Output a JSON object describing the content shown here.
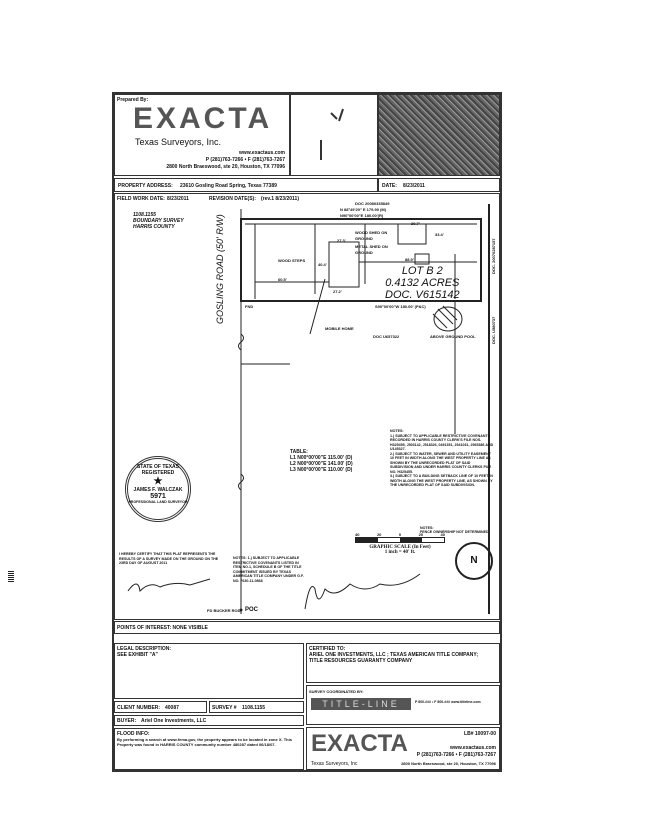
{
  "header": {
    "prepared_by": "Prepared By:",
    "company_logo": "EXACTA",
    "company_name": "Texas Surveyors, Inc.",
    "website": "www.exactaus.com",
    "phone_fax": "P (281)763-7266 • F (281)763-7267",
    "address": "2800 North Braeswood, ste 20, Houston, TX 77096"
  },
  "property_address_label": "PROPERTY ADDRESS:",
  "property_address": "23610 Gosling Road Spring, Texas 77389",
  "date_label": "DATE:",
  "date": "8/23/2011",
  "field_work_date_label": "FIELD WORK DATE:",
  "field_work_date": "8/23/2011",
  "revision_dates_label": "REVISION DATE(S):",
  "revision_dates": "(rev.1 8/23/2011)",
  "survey_info": [
    "1108.1155",
    "BOUNDARY SURVEY",
    "HARRIS COUNTY"
  ],
  "plat": {
    "road": "GOSLING ROAD (50' R/W)",
    "lot_lines": [
      "LOT B 2",
      "0.4132 ACRES",
      "DOC. V615142"
    ],
    "doc_top": "DOC 20080335849",
    "bearing_top_1": "N 88°49'29\" E 179.90 (M)",
    "bearing_top_2": "N90°00'00\"E 180.00'(R)",
    "bearing_bottom": "S90°00'00\"W 180.00' (P&C)",
    "doc_bottom": "DOC U657322",
    "doc_right_1": "DOC. 20070287157",
    "doc_right_2": "DOC. U580737",
    "fnd": "FND",
    "poc": "POC",
    "poc_label": "FD BUCKER ROD",
    "pool": "ABOVE GROUND POOL",
    "mobile_home": "MOBILE HOME",
    "wood_shed": "WOOD SHED ON GROUND",
    "metal_shed": "METAL SHED ON GROUND",
    "wood_steps": "WOOD STEPS",
    "dims": [
      "27.3'",
      "40.4'",
      "60.5'",
      "27.2'",
      "88.9'",
      "33.4'",
      "20.7'"
    ]
  },
  "line_table": {
    "title": "TABLE:",
    "rows": [
      "L1  N00°00'00\"E 115.00' (D)",
      "L2  N00°00'00\"E 141.00' (D)",
      "L3  N00°00'00\"E 110.00' (D)"
    ]
  },
  "notes": {
    "title": "NOTES:",
    "items": [
      "1.) SUBJECT TO APPLICABLE RESTRICTIVE COVENANTS RECORDED IN HARRIS COUNTY CLERK'S FILE NOS. H325455, J503142, J518326, 0491351, 2541031, 2565386 AND U145327.",
      "2.) SUBJECT TO WATER, SEWER AND UTILITY EASEMENT 10 FEET IN WIDTH ALONG THE WEST PROPERTY LINE AS SHOWN BY THE UNRECORDED PLAT OF SAID SUBDIVISION AND UNDER HARRIS COUNTY CLERKS FILE NO. H325455.",
      "3.) SUBJECT TO A BUILDING SETBACK LINE OF 10 FEET IN WIDTH ALONG THE WEST PROPERTY LINE, AS SHOWN BY THE UNRECORDED PLAT OF SAID SUBDIVISION."
    ],
    "fence_title": "NOTES:",
    "fence_note": "FENCE OWNERSHIP NOT DETERMINED"
  },
  "notes2": "NOTES: 1.) SUBJECT TO APPLICABLE RESTRICTIVE COVENANTS LISTED IN ITEM NO.1, SCHEDULE B OF THE TITLE COMMITMENT ISSUED BY TEXAS AMERICAN TITLE COMPANY UNDER G.F. NO. 7630-11-0868",
  "certification": "I HEREBY CERTIFY THAT THIS PLAT REPRESENTS THE RESULTS OF A SURVEY MADE ON THE GROUND ON THE 23RD DAY OF AUGUST 2011",
  "seal": {
    "state": "STATE OF TEXAS",
    "registered": "REGISTERED",
    "name": "JAMES F. WALCZAK",
    "number": "5971",
    "title": "PROFESSIONAL LAND SURVEYOR"
  },
  "scale": {
    "ticks": [
      "40",
      "20",
      "0",
      "20",
      "40"
    ],
    "label": "GRAPHIC SCALE (In Feet)",
    "ratio": "1 inch = 40' ft."
  },
  "north": "N",
  "points_of_interest": "POINTS OF INTEREST: NONE VISIBLE",
  "legal_description_label": "LEGAL DESCRIPTION:",
  "legal_description": "SEE EXHIBIT \"A\"",
  "certified_to_label": "CERTIFIED TO:",
  "certified_to": [
    "ARIEL ONE INVESTMENTS, LLC ; TEXAS AMERICAN TITLE COMPANY;",
    "TITLE RESOURCES GUARANTY COMPANY"
  ],
  "survey_coordinated_label": "SURVEY COORDINATED BY:",
  "coordinator_logo": "TITLE-LINE",
  "coordinator_contact": "P 800-### • F 800-###  www.titleline.com",
  "client_number_label": "CLIENT NUMBER:",
  "client_number": "40087",
  "survey_number_label": "SURVEY #",
  "survey_number": "1108.1155",
  "buyer_label": "BUYER:",
  "buyer": "Ariel One Investments, LLC",
  "flood_label": "FLOOD INFO:",
  "flood_info": "By performing a search at www.fema.gov, the property appears to be located in zone X. This Property was found in HARRIS COUNTY community number 480287 dated 06/18/07.",
  "footer": {
    "logo": "EXACTA",
    "company": "Texas Surveyors, Inc",
    "lic": "LB# 10097-00",
    "website": "www.exactaus.com",
    "phone_fax": "P (281)763-7266 • F (281)763-7267",
    "address": "2800 North Braeswood, ste 20, Houston, TX 77096"
  }
}
